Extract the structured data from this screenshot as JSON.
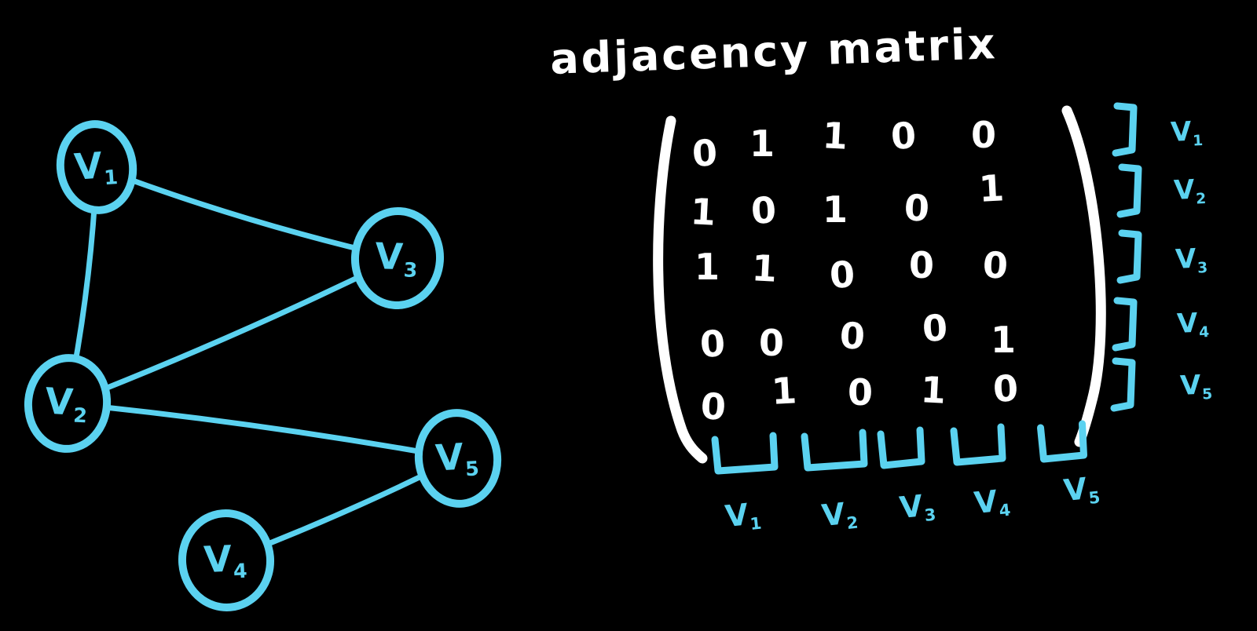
{
  "title": "adjacency matrix",
  "colors": {
    "background": "#000000",
    "ink": "#ffffff",
    "accent": "#5bd2f0"
  },
  "graph": {
    "nodes": [
      {
        "id": "v1",
        "base": "V",
        "sub": "1"
      },
      {
        "id": "v2",
        "base": "V",
        "sub": "2"
      },
      {
        "id": "v3",
        "base": "V",
        "sub": "3"
      },
      {
        "id": "v4",
        "base": "V",
        "sub": "4"
      },
      {
        "id": "v5",
        "base": "V",
        "sub": "5"
      }
    ],
    "edges": [
      {
        "from": "v1",
        "to": "v3"
      },
      {
        "from": "v1",
        "to": "v2"
      },
      {
        "from": "v2",
        "to": "v3"
      },
      {
        "from": "v2",
        "to": "v5"
      },
      {
        "from": "v4",
        "to": "v5"
      }
    ]
  },
  "matrix": {
    "values": [
      [
        0,
        1,
        1,
        0,
        0
      ],
      [
        1,
        0,
        1,
        0,
        1
      ],
      [
        1,
        1,
        0,
        0,
        0
      ],
      [
        0,
        0,
        0,
        0,
        1
      ],
      [
        0,
        1,
        0,
        1,
        0
      ]
    ],
    "row_labels": [
      {
        "base": "V",
        "sub": "1"
      },
      {
        "base": "V",
        "sub": "2"
      },
      {
        "base": "V",
        "sub": "3"
      },
      {
        "base": "V",
        "sub": "4"
      },
      {
        "base": "V",
        "sub": "5"
      }
    ],
    "col_labels": [
      {
        "base": "V",
        "sub": "1"
      },
      {
        "base": "V",
        "sub": "2"
      },
      {
        "base": "V",
        "sub": "3"
      },
      {
        "base": "V",
        "sub": "4"
      },
      {
        "base": "V",
        "sub": "5"
      }
    ]
  }
}
